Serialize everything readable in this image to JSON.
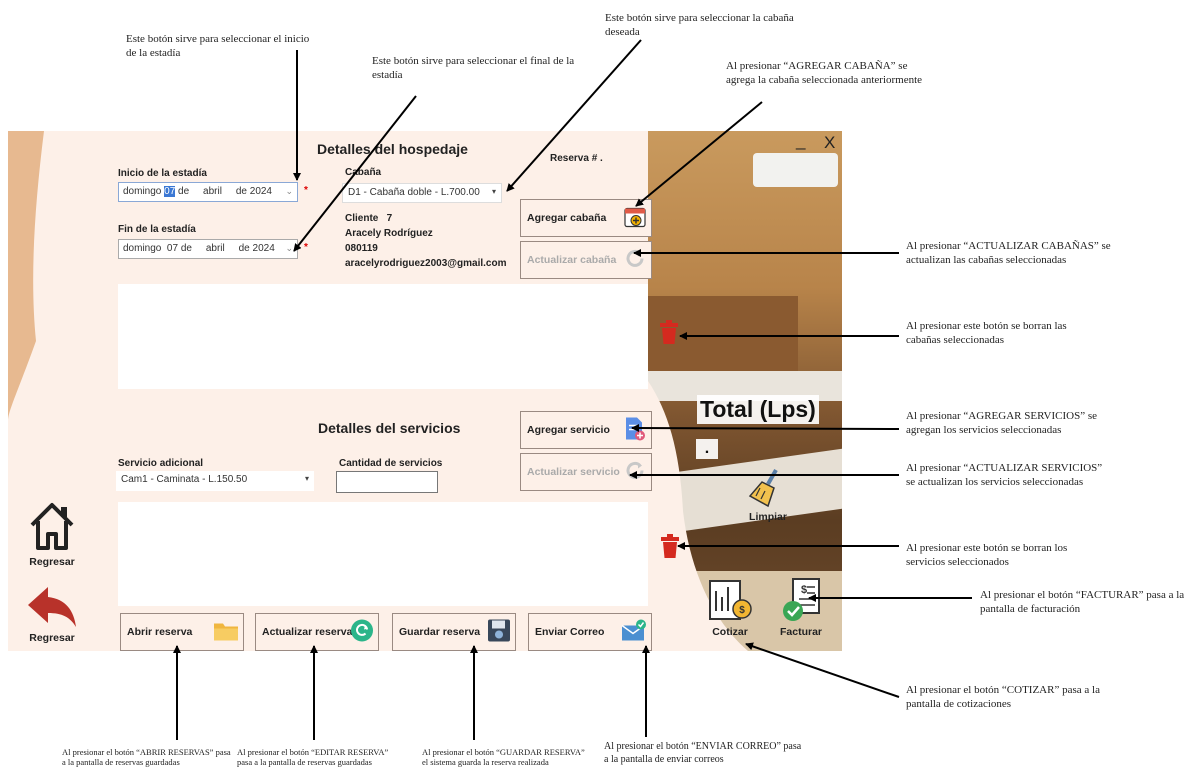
{
  "annotations": {
    "inicio": "Este botón sirve para seleccionar el inicio de la estadía",
    "final": "Este botón sirve para seleccionar el final de la estadía",
    "cabana": "Este botón sirve para seleccionar la cabaña deseada",
    "agregar_cabana": "Al presionar “AGREGAR CABAÑA” se agrega la cabaña seleccionada anteriormente",
    "actualizar_cabanas": "Al presionar “ACTUALIZAR CABAÑAS” se actualizan las cabañas seleccionadas",
    "borrar_cabanas": "Al presionar este botón se borran las cabañas seleccionadas",
    "agregar_servicios": "Al presionar “AGREGAR SERVICIOS” se agregan los servicios seleccionadas",
    "actualizar_servicios": "Al presionar “ACTUALIZAR SERVICIOS” se actualizan los servicios seleccionadas",
    "borrar_servicios": "Al presionar este botón se borran los servicios seleccionados",
    "facturar": "Al presionar el botón “FACTURAR” pasa a la pantalla de facturación",
    "cotizar": "Al presionar el botón “COTIZAR” pasa a la pantalla de cotizaciones",
    "abrir": "Al presionar el botón “ABRIR RESERVAS” pasa a la pantalla de reservas guardadas",
    "editar": "Al presionar el botón “EDITAR RESERVA” pasa a la pantalla de reservas guardadas",
    "guardar": "Al presionar el botón “GUARDAR RESERVA” el sistema guarda la reserva realizada",
    "enviar": "Al presionar el botón “ENVIAR CORREO” pasa a la pantalla de enviar correos"
  },
  "app": {
    "window": {
      "minimize": "_",
      "close": "X"
    },
    "hospedaje_title": "Detalles del hospedaje",
    "reserva_label": "Reserva #",
    "reserva_value": ".",
    "inicio": {
      "label": "Inicio de la estadía",
      "weekday": "domingo",
      "day": "07",
      "rest": "de     abril     de 2024"
    },
    "fin": {
      "label": "Fin de la estadía",
      "value": "domingo  07 de     abril     de 2024"
    },
    "required_mark": "*",
    "cabana": {
      "label": "Cabaña",
      "selected": "D1 - Cabaña doble - L.700.00"
    },
    "cliente": {
      "id_line": "Cliente   7",
      "name": "Aracely Rodríguez",
      "phone": "080119",
      "email": "aracelyrodriguez2003@gmail.com"
    },
    "buttons": {
      "agregar_cabana": "Agregar cabaña",
      "actualizar_cabana": "Actualizar cabaña",
      "agregar_servicio": "Agregar servicio",
      "actualizar_servicio": "Actualizar servicio",
      "abrir": "Abrir reserva",
      "actualizar": "Actualizar reserva",
      "guardar": "Guardar reserva",
      "enviar": "Enviar Correo"
    },
    "servicios_title": "Detalles del servicios",
    "servicio": {
      "label": "Servicio adicional",
      "selected": "Cam1 - Caminata - L.150.50"
    },
    "cantidad_label": "Cantidad de servicios",
    "cantidad_value": "",
    "total_label": "Total (Lps)",
    "total_value": ".",
    "side": {
      "regresar_home": "Regresar",
      "regresar_back": "Regresar",
      "limpiar": "Limpiar",
      "cotizar": "Cotizar",
      "facturar": "Facturar"
    }
  },
  "colors": {
    "app_bg": "#fdf0e8",
    "wave": "#e7b990",
    "delete_red": "#d42a1f",
    "regresar_red": "#b8322a"
  }
}
